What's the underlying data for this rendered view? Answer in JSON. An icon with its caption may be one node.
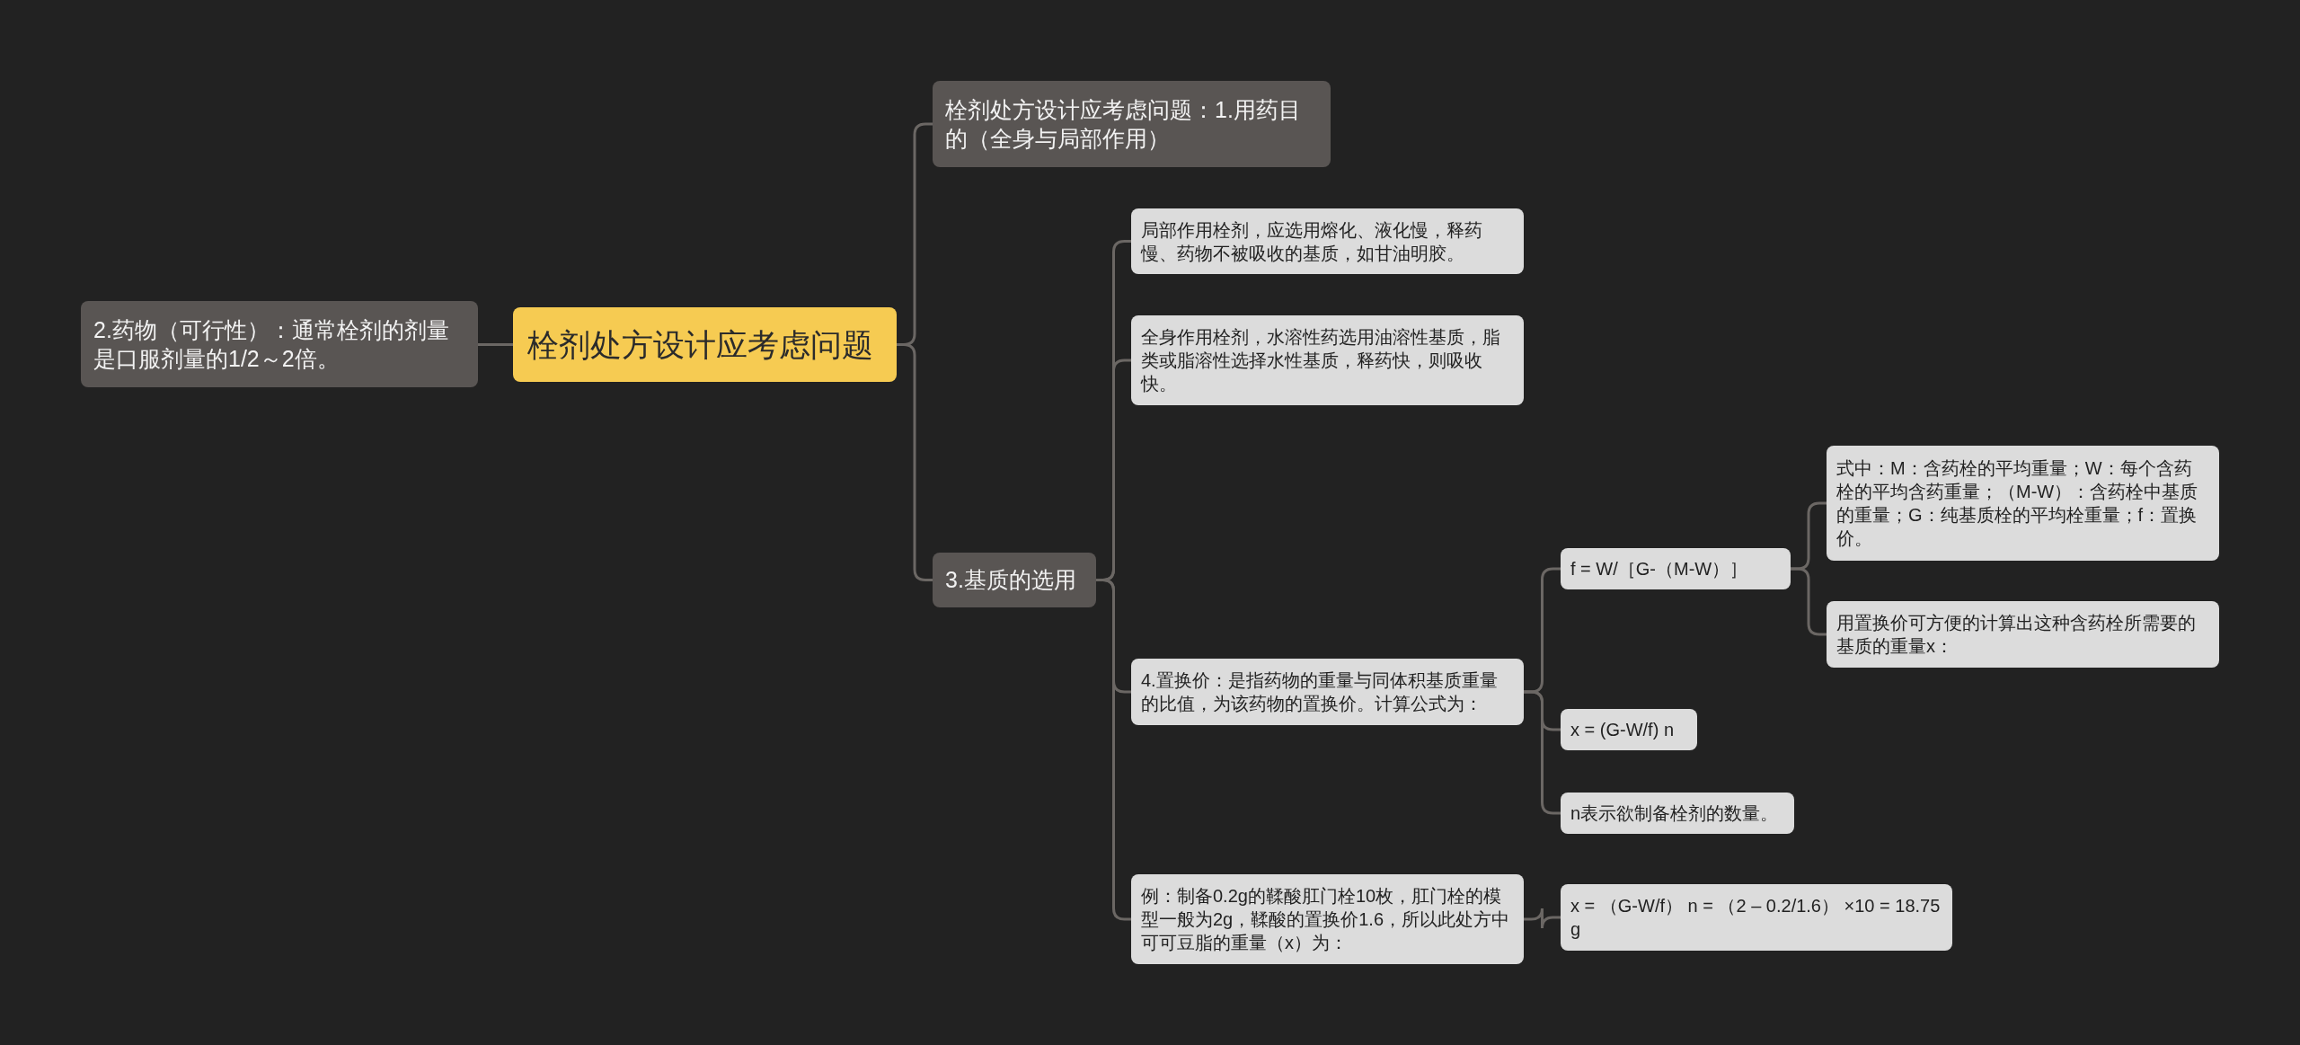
{
  "diagram": {
    "nodes": [
      {
        "text": [
          "栓剂处方设计应考虑问题"
        ]
      },
      {
        "text": [
          "2.药物（可行性）：通常栓剂的剂量是口服剂量的1/2～2倍。"
        ]
      },
      {
        "text": [
          "栓剂处方设计应考虑问题：1.用药目的（全身与局部作用）"
        ]
      },
      {
        "text": [
          "3.基质的选用"
        ]
      },
      {
        "text": [
          "局部作用栓剂，应选用熔化、液化慢，释药慢、药物不被吸收的基质，如甘油明胶。"
        ]
      },
      {
        "text": [
          "全身作用栓剂，水溶性药选用油溶性基质，脂类或脂溶性选择水性基质，释药快，则吸收快。"
        ]
      },
      {
        "text": [
          "4.置换价：是指药物的重量与同体积基质重量的比值，为该药物的置换价。计算公式为："
        ]
      },
      {
        "text": [
          "例：制备0.2g的鞣酸肛门栓10枚，肛门栓的模型一般为2g，鞣酸的置换价1.6，所以此处方中可可豆脂的重量（x）为："
        ]
      },
      {
        "text": [
          "f = W/［G-（M-W）］"
        ]
      },
      {
        "text": [
          "x = (G-W/f) n"
        ]
      },
      {
        "text": [
          "n表示欲制备栓剂的数量。"
        ]
      },
      {
        "text": [
          "x = （G-W/f） n = （2 – 0.2/1.6） ×10 = 18.75 g"
        ]
      },
      {
        "text": [
          "式中：M：含药栓的平均重量；W：每个含药栓的平均含药重量；（M-W）：含药栓中基质的重量；G：纯基质栓的平均栓重量；f：置换价。"
        ]
      },
      {
        "text": [
          "用置换价可方便的计算出这种含药栓所需要的基质的重量x："
        ]
      }
    ],
    "edges": [
      {
        "from": 0,
        "to": 1,
        "arrow": "none"
      },
      {
        "from": 0,
        "to": 2,
        "arrow": "none"
      },
      {
        "from": 0,
        "to": 3,
        "arrow": "none"
      },
      {
        "from": 3,
        "to": 4,
        "arrow": "none"
      },
      {
        "from": 3,
        "to": 5,
        "arrow": "none"
      },
      {
        "from": 3,
        "to": 6,
        "arrow": "none"
      },
      {
        "from": 3,
        "to": 7,
        "arrow": "none"
      },
      {
        "from": 6,
        "to": 8,
        "arrow": "none"
      },
      {
        "from": 6,
        "to": 9,
        "arrow": "none"
      },
      {
        "from": 6,
        "to": 10,
        "arrow": "none"
      },
      {
        "from": 7,
        "to": 11,
        "arrow": "none"
      },
      {
        "from": 8,
        "to": 12,
        "arrow": "none"
      },
      {
        "from": 8,
        "to": 13,
        "arrow": "none"
      }
    ]
  }
}
